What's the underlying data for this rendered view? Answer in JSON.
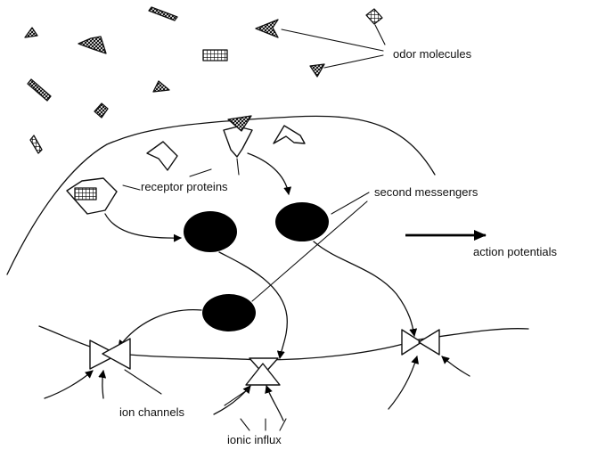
{
  "labels": {
    "odor_molecules": "odor molecules",
    "receptor_proteins": "receptor proteins",
    "second_messengers": "second messengers",
    "action_potentials": "action potentials",
    "ion_channels": "ion channels",
    "ionic_influx": "ionic influx"
  }
}
